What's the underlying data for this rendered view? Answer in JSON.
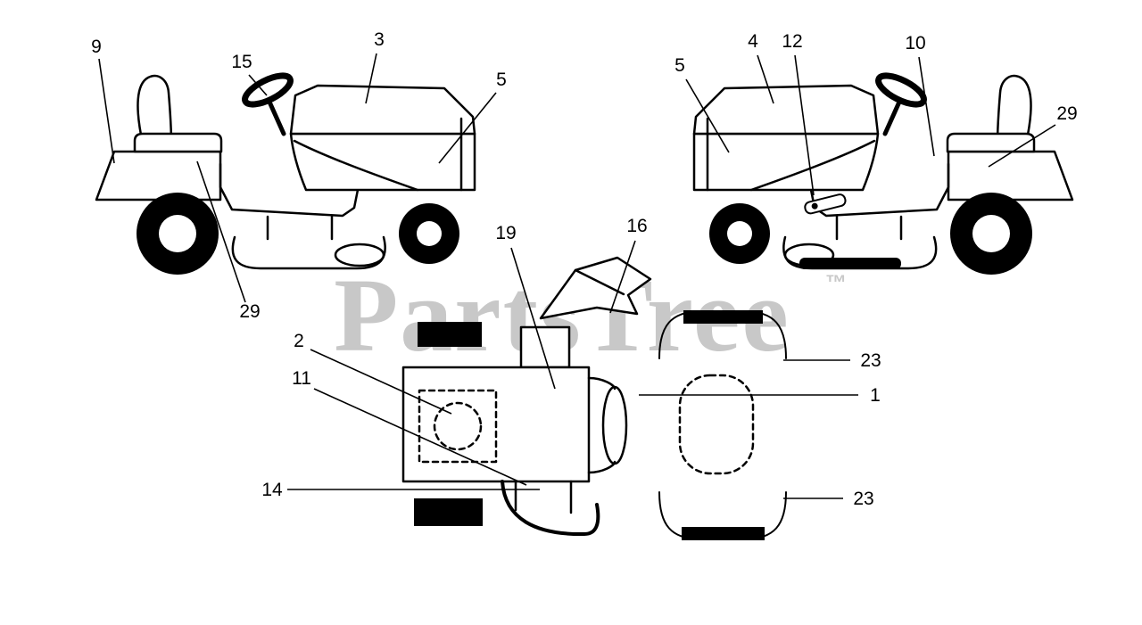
{
  "diagram": {
    "watermark": {
      "text": "PartsTree",
      "tm": "™"
    },
    "callouts": [
      {
        "text": "9"
      },
      {
        "text": "15"
      },
      {
        "text": "3"
      },
      {
        "text": "5"
      },
      {
        "text": "29"
      },
      {
        "text": "2"
      },
      {
        "text": "11"
      },
      {
        "text": "14"
      },
      {
        "text": "19"
      },
      {
        "text": "16"
      },
      {
        "text": "23"
      },
      {
        "text": "1"
      },
      {
        "text": "23"
      },
      {
        "text": "5"
      },
      {
        "text": "4"
      },
      {
        "text": "12"
      },
      {
        "text": "10"
      },
      {
        "text": "29"
      }
    ],
    "colors": {
      "line": "#000000",
      "watermark": "#c8c8c8",
      "background": "#ffffff"
    }
  }
}
